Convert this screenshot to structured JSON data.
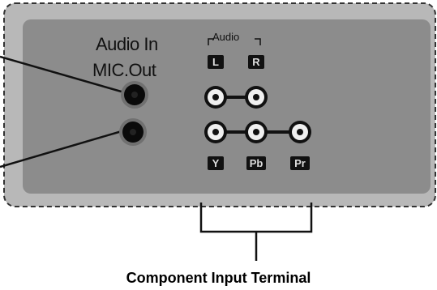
{
  "panel": {
    "audio_in_label": "Audio In",
    "mic_out_label": "MIC.Out",
    "audio_group_label": "Audio",
    "channel_left": "L",
    "channel_right": "R",
    "component_y": "Y",
    "component_pb": "Pb",
    "component_pr": "Pr"
  },
  "caption": "Component Input Terminal",
  "colors": {
    "panel_face": "#8c8c8c",
    "panel_frame": "#b8b8b8",
    "jack_black": "#0a0a0a",
    "rca_ring": "#f0f0f0"
  }
}
